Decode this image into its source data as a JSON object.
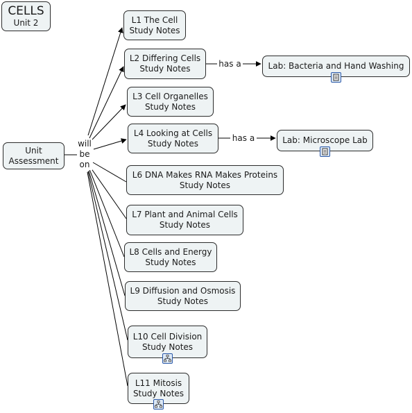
{
  "title": {
    "main": "CELLS",
    "sub": "Unit 2"
  },
  "root": {
    "label": "Unit\nAssessment"
  },
  "root_link_label": "will\nbe\non",
  "lessons": [
    {
      "id": "l1",
      "label": "L1 The Cell\nStudy Notes"
    },
    {
      "id": "l2",
      "label": "L2 Differing Cells\nStudy Notes"
    },
    {
      "id": "l3",
      "label": "L3 Cell Organelles\nStudy Notes"
    },
    {
      "id": "l4",
      "label": "L4 Looking at Cells\nStudy Notes"
    },
    {
      "id": "l6",
      "label": "L6 DNA Makes RNA Makes Proteins\nStudy Notes"
    },
    {
      "id": "l7",
      "label": "L7 Plant and Animal Cells\nStudy Notes"
    },
    {
      "id": "l8",
      "label": "L8 Cells and Energy\nStudy Notes"
    },
    {
      "id": "l9",
      "label": "L9 Diffusion and Osmosis\nStudy Notes"
    },
    {
      "id": "l10",
      "label": "L10 Cell Division\nStudy Notes",
      "resource_icon": "concept-map-icon"
    },
    {
      "id": "l11",
      "label": "L11 Mitosis\nStudy Notes",
      "resource_icon": "concept-map-icon"
    }
  ],
  "labs": [
    {
      "id": "lab1",
      "from": "l2",
      "link_label": "has a",
      "label": "Lab: Bacteria and Hand Washing",
      "resource_icon": "document-icon"
    },
    {
      "id": "lab2",
      "from": "l4",
      "link_label": "has a",
      "label": "Lab: Microscope Lab",
      "resource_icon": "document-icon"
    }
  ]
}
